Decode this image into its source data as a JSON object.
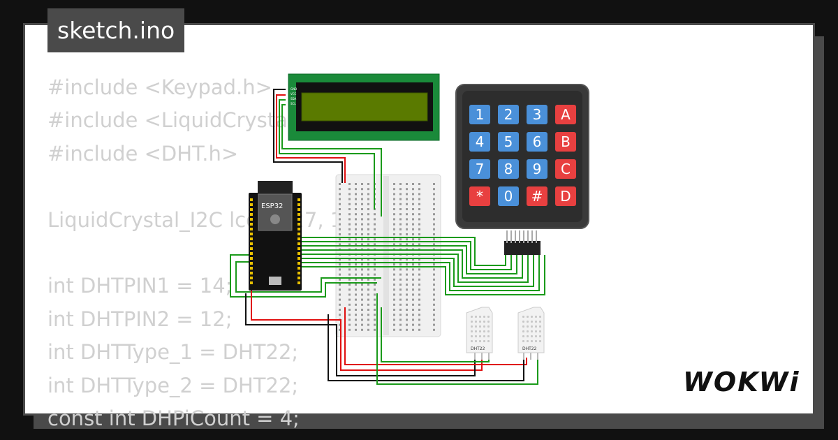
{
  "header": {
    "title": "sketch.ino"
  },
  "code": {
    "lines": [
      "#include <Keypad.h>",
      "#include <LiquidCrystal_I2C.h>",
      "#include <DHT.h>",
      "",
      "LiquidCrystal_I2C lcd(0x27, 16, 2);",
      "",
      "int DHTPIN1 = 14;",
      "int DHTPIN2 = 12;",
      "int DHTType_1 = DHT22;",
      "int DHTType_2 = DHT22;",
      "const int DHPiCount = 4;"
    ]
  },
  "esp32": {
    "label": "ESP32"
  },
  "lcd": {
    "pins": [
      "GND",
      "VCC",
      "SDA",
      "SCL"
    ]
  },
  "keypad": {
    "rows": [
      [
        "1",
        "2",
        "3",
        "A"
      ],
      [
        "4",
        "5",
        "6",
        "B"
      ],
      [
        "7",
        "8",
        "9",
        "C"
      ],
      [
        "*",
        "0",
        "#",
        "D"
      ]
    ]
  },
  "sensors": [
    {
      "label": "DHT22"
    },
    {
      "label": "DHT22"
    }
  ],
  "brand": {
    "logo": "WOKWi"
  },
  "colors": {
    "key_blue": "#4a90d9",
    "key_red": "#e84040",
    "lcd_green": "#1a8a3a",
    "wire_green": "#1a9a1a",
    "wire_red": "#e01010",
    "wire_black": "#111111"
  }
}
